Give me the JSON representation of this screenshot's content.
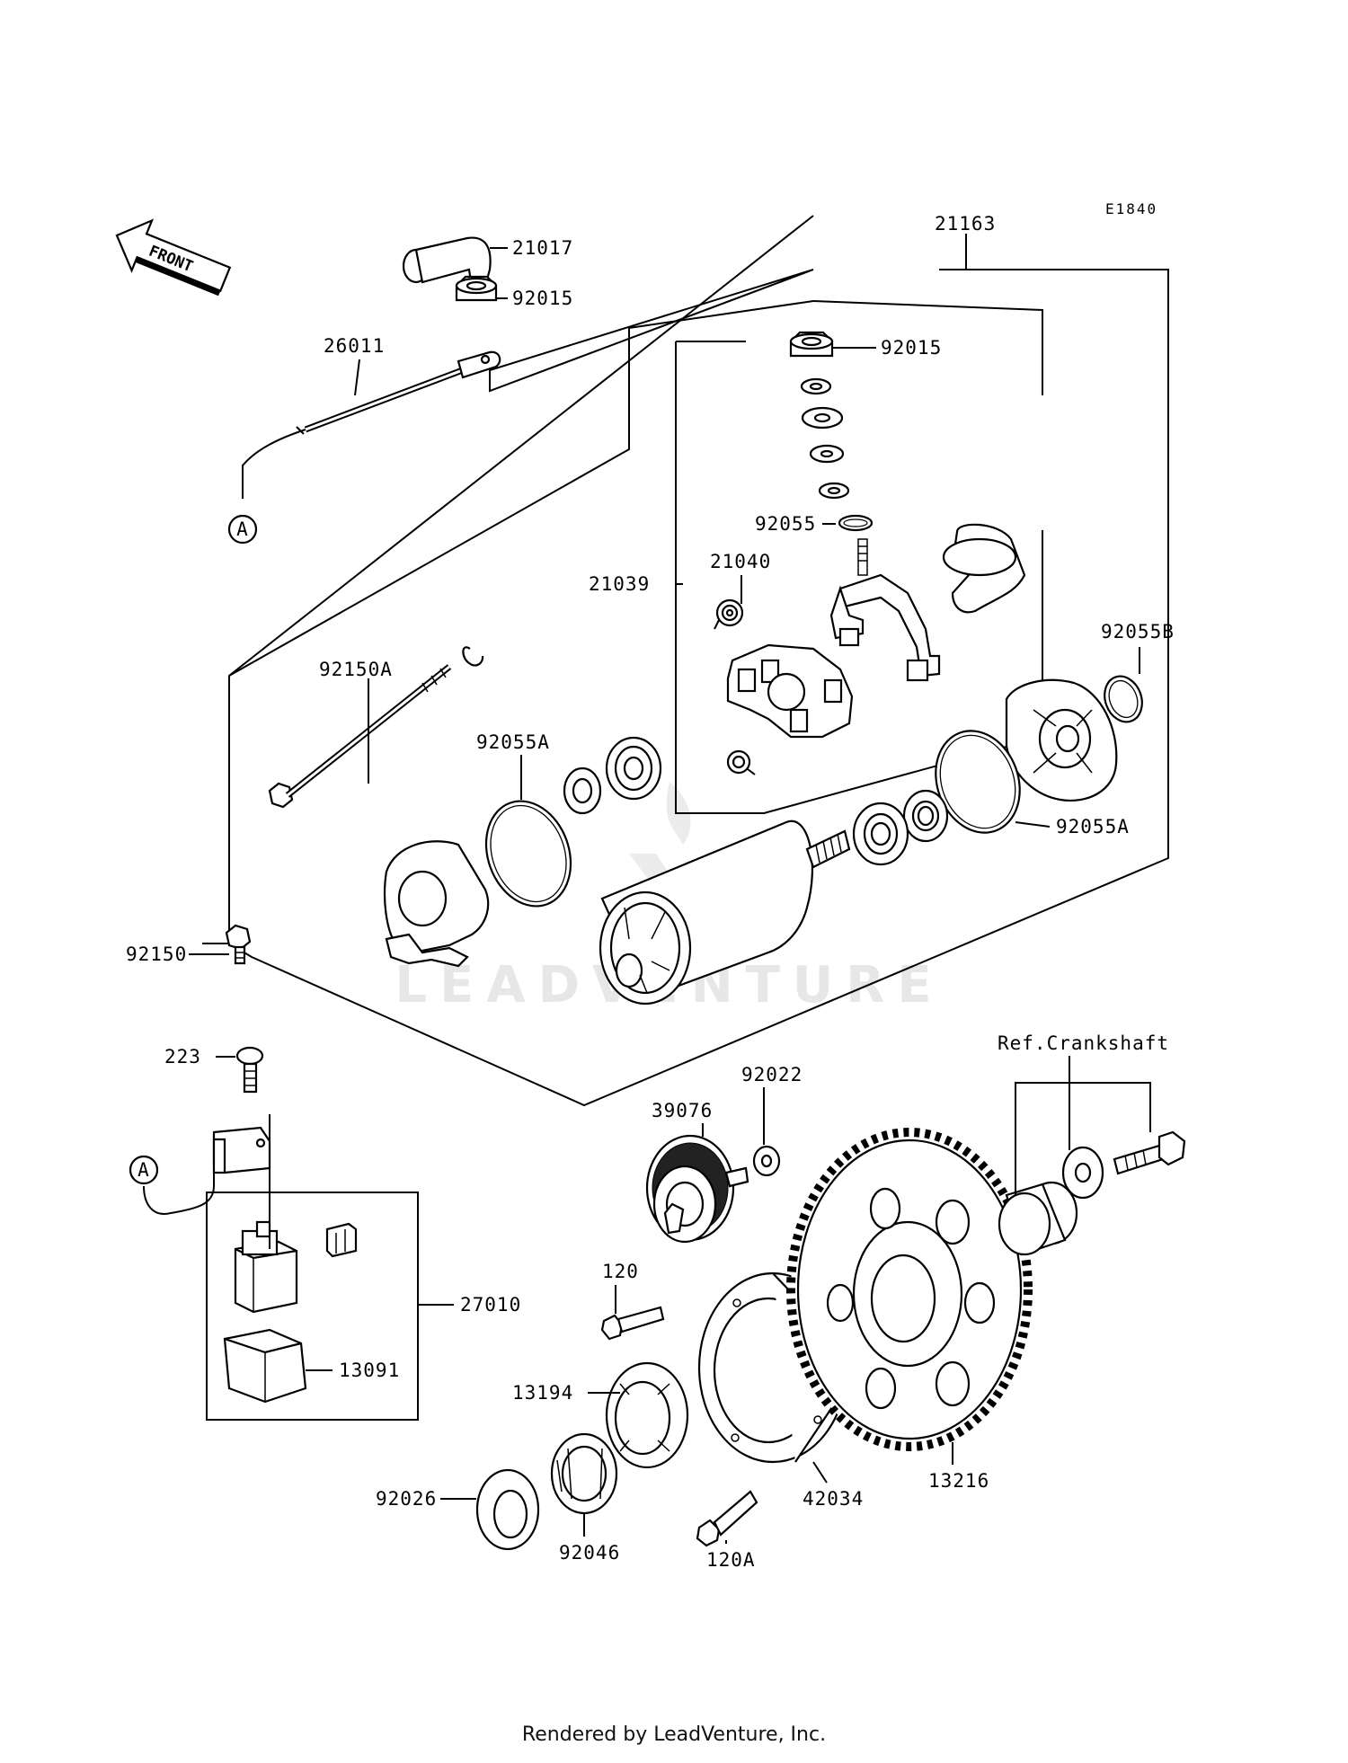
{
  "diagram_code": "E1840",
  "direction_label": "FRONT",
  "watermark": "LEADVENTURE",
  "footer": "Rendered by LeadVenture, Inc.",
  "reference_label": "Ref.Crankshaft",
  "connector_marker": "A",
  "part_labels": {
    "p21017": "21017",
    "p92015_top": "92015",
    "p26011": "26011",
    "p21163": "21163",
    "p92015_mid": "92015",
    "p92055": "92055",
    "p21039": "21039",
    "p21040": "21040",
    "p92055B": "92055B",
    "p92150A": "92150A",
    "p92055A_left": "92055A",
    "p92055A_right": "92055A",
    "p92150": "92150",
    "p223": "223",
    "p39076": "39076",
    "p92022": "92022",
    "p120": "120",
    "p27010": "27010",
    "p13091": "13091",
    "p13194": "13194",
    "p42034": "42034",
    "p13216": "13216",
    "p92026": "92026",
    "p92046": "92046",
    "p120A": "120A"
  }
}
